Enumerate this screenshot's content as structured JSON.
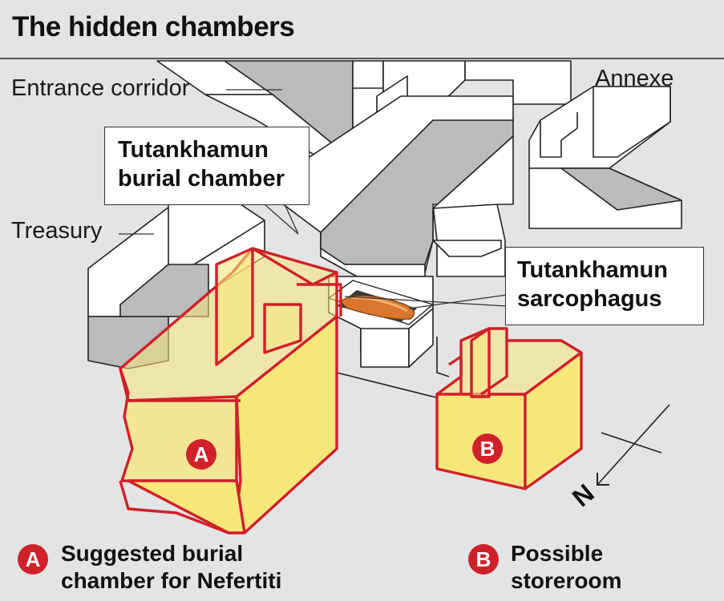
{
  "title": "The hidden chambers",
  "labels": {
    "entrance_corridor": "Entrance corridor",
    "annexe": "Annexe",
    "treasury": "Treasury",
    "north": "N"
  },
  "callouts": {
    "burial_chamber": [
      "Tutankhamun",
      "burial chamber"
    ],
    "sarcophagus": [
      "Tutankhamun",
      "sarcophagus"
    ]
  },
  "markers": {
    "a": "A",
    "b": "B"
  },
  "legend": {
    "a": {
      "marker": "A",
      "lines": [
        "Suggested burial",
        "chamber for Nefertiti"
      ]
    },
    "b": {
      "marker": "B",
      "lines": [
        "Possible",
        "storeroom"
      ]
    }
  },
  "colors": {
    "background": "#e3e4e5",
    "highlight_fill": "#f7e67a",
    "highlight_stroke": "#d0202a",
    "floor_gray": "#b9bbbd",
    "sarcophagus": "#d9772e"
  }
}
